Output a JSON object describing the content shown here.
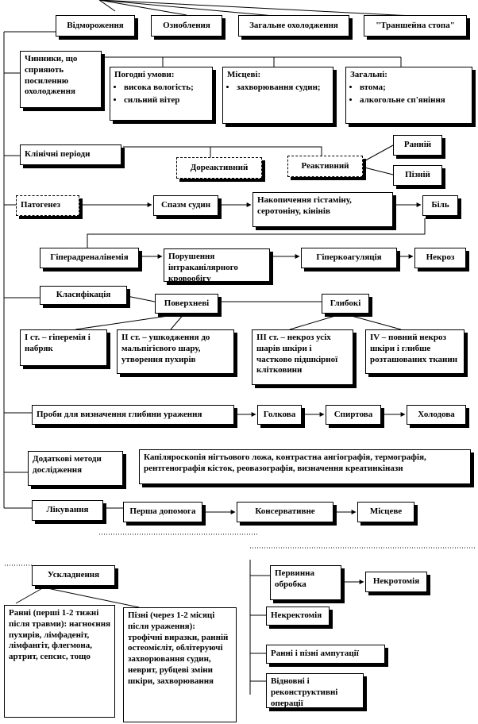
{
  "types": [
    "Відмороження",
    "Ознобления",
    "Загальне охолодження",
    "\"Траншейна стопа\""
  ],
  "factors": {
    "title": "Чинники, що сприяють посиленню охолодження",
    "weather": {
      "title": "Погодні умови:",
      "items": [
        "висока вологість;",
        "сильний вітер"
      ]
    },
    "local": {
      "title": "Місцеві:",
      "items": [
        "захворювання судин;"
      ]
    },
    "general": {
      "title": "Загальні:",
      "items": [
        "втома;",
        "алкогольне сп'яніння"
      ]
    }
  },
  "periods": {
    "title": "Клінічні періоди",
    "prereactive": "Дореактивний",
    "reactive": "Реактивний",
    "early": "Ранній",
    "late": "Пізній"
  },
  "pathogenesis": {
    "title": "Патогенез",
    "spasm": "Спазм судин",
    "accumulation": "Накопичення гістаміну, серотоніну, кінінів",
    "pain": "Біль",
    "hyperadrenalinemia": "Гіперадреналінемія",
    "microcirculation": "Порушення інтраканілярного кровообігу",
    "hypercoagulation": "Гіперкоагуляція",
    "necrosis": "Некроз"
  },
  "classification": {
    "title": "Класифікація",
    "superficial": "Поверхневі",
    "deep": "Глибокі",
    "deg1": "І ст. – гіперемія і набряк",
    "deg2": "ІІ ст. – ушкодження до мальпігієвого шару, утворення пухирів",
    "deg3": "ІІІ ст. – некроз усіх шарів шкіри і частково підшкірної клітковини",
    "deg4": "IV – повний некроз шкіри і глибше розташованих тканин"
  },
  "tests": {
    "title": "Проби для визначення глибини ураження",
    "needle": "Голкова",
    "alcohol": "Спиртова",
    "cold": "Холодова"
  },
  "methods": {
    "title": "Додаткові методи дослідження",
    "text": "Капіляроскопія нігтьового ложа, контрастна ангіографія, термографія, рентгенографія кісток, реовазографія, визначення креатинкінази"
  },
  "treatment": {
    "title": "Лікування",
    "first_aid": "Перша допомога",
    "conservative": "Консервативне",
    "local": "Місцеве"
  },
  "complications": {
    "title": "Ускладнення",
    "early": "Ранні (перші 1-2 тижні після травми): нагноєння пухирів, лімфаденіт, лімфангіт, флегмона, артрит, сепсис, тощо",
    "late": "Пізні (через 1-2 місяці після ураження): трофічні виразки, ранній остеомієліт, облітеруючі захворювання судин, неврит, рубцеві зміни шкіри, захворювання"
  },
  "surgery": {
    "primary": "Первинна обробка",
    "necrotomy": "Некротомія",
    "necrectomy": "Некректомія",
    "amputations": "Ранні і пізні ампутації",
    "reconstructive": "Відновні і реконструктивні операції"
  }
}
